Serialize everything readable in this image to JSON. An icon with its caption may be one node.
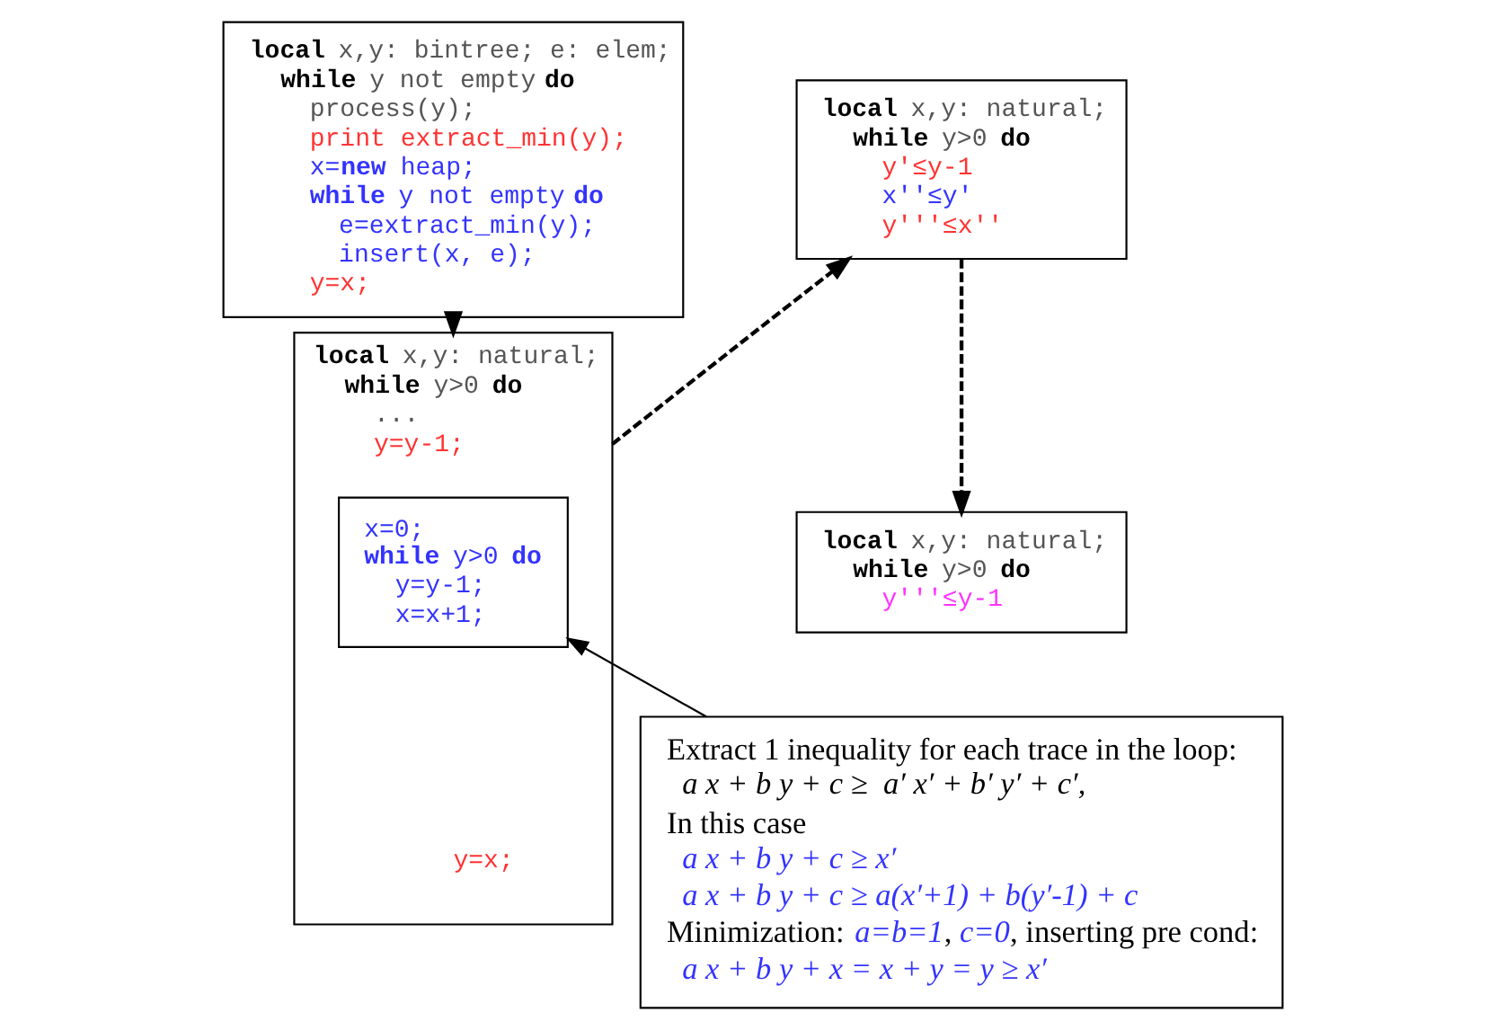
{
  "diagram": {
    "nodes": [
      {
        "text": [
          "**local** x,y: bintree; e: elem;",
          "**while** y not empty **do**",
          "process(y);",
          "print extract_min(y);",
          "x=**new** heap;",
          "**while** y not empty **do**",
          "e=extract_min(y);",
          "insert(x, e);",
          "y=x;"
        ]
      },
      {
        "text": [
          "**local** x,y: natural;",
          "**while** y>0 **do**",
          "...",
          "y=y-1;",
          "y=x;"
        ]
      },
      {
        "text": [
          "x=0;",
          "**while** y>0 **do**",
          "y=y-1;",
          "x=x+1;"
        ],
        "in": 1
      },
      {
        "text": [
          "**local** x,y: natural;",
          "**while** y>0 **do**",
          "y'≤y-1",
          "x''≤y'",
          "y'''≤x''"
        ]
      },
      {
        "text": [
          "**local** x,y: natural;",
          "**while** y>0 **do**",
          "y'''≤y-1"
        ]
      },
      {
        "text": [
          "Extract 1 inequality for each trace in the loop:",
          "a x + b y + c ≥  a′ x′ + b′ y′ + c′,",
          "In this case",
          "a x + b y + c ≥ x′",
          "a x + b y + c ≥ a(x′+1) + b(y′-1) + c",
          "Minimization: *a=b=1*, *c=0*, inserting pre cond:",
          "a x + b y + x = x + y = y ≥ x′"
        ]
      }
    ],
    "edges": [
      {
        "from": 0,
        "to": 1,
        "arrow": "to",
        "style": "dashed"
      },
      {
        "from": 1,
        "to": 3,
        "arrow": "to",
        "style": "dashed"
      },
      {
        "from": 3,
        "to": 4,
        "arrow": "to",
        "style": "dashed"
      },
      {
        "from": 5,
        "to": 2,
        "arrow": "to"
      }
    ]
  }
}
